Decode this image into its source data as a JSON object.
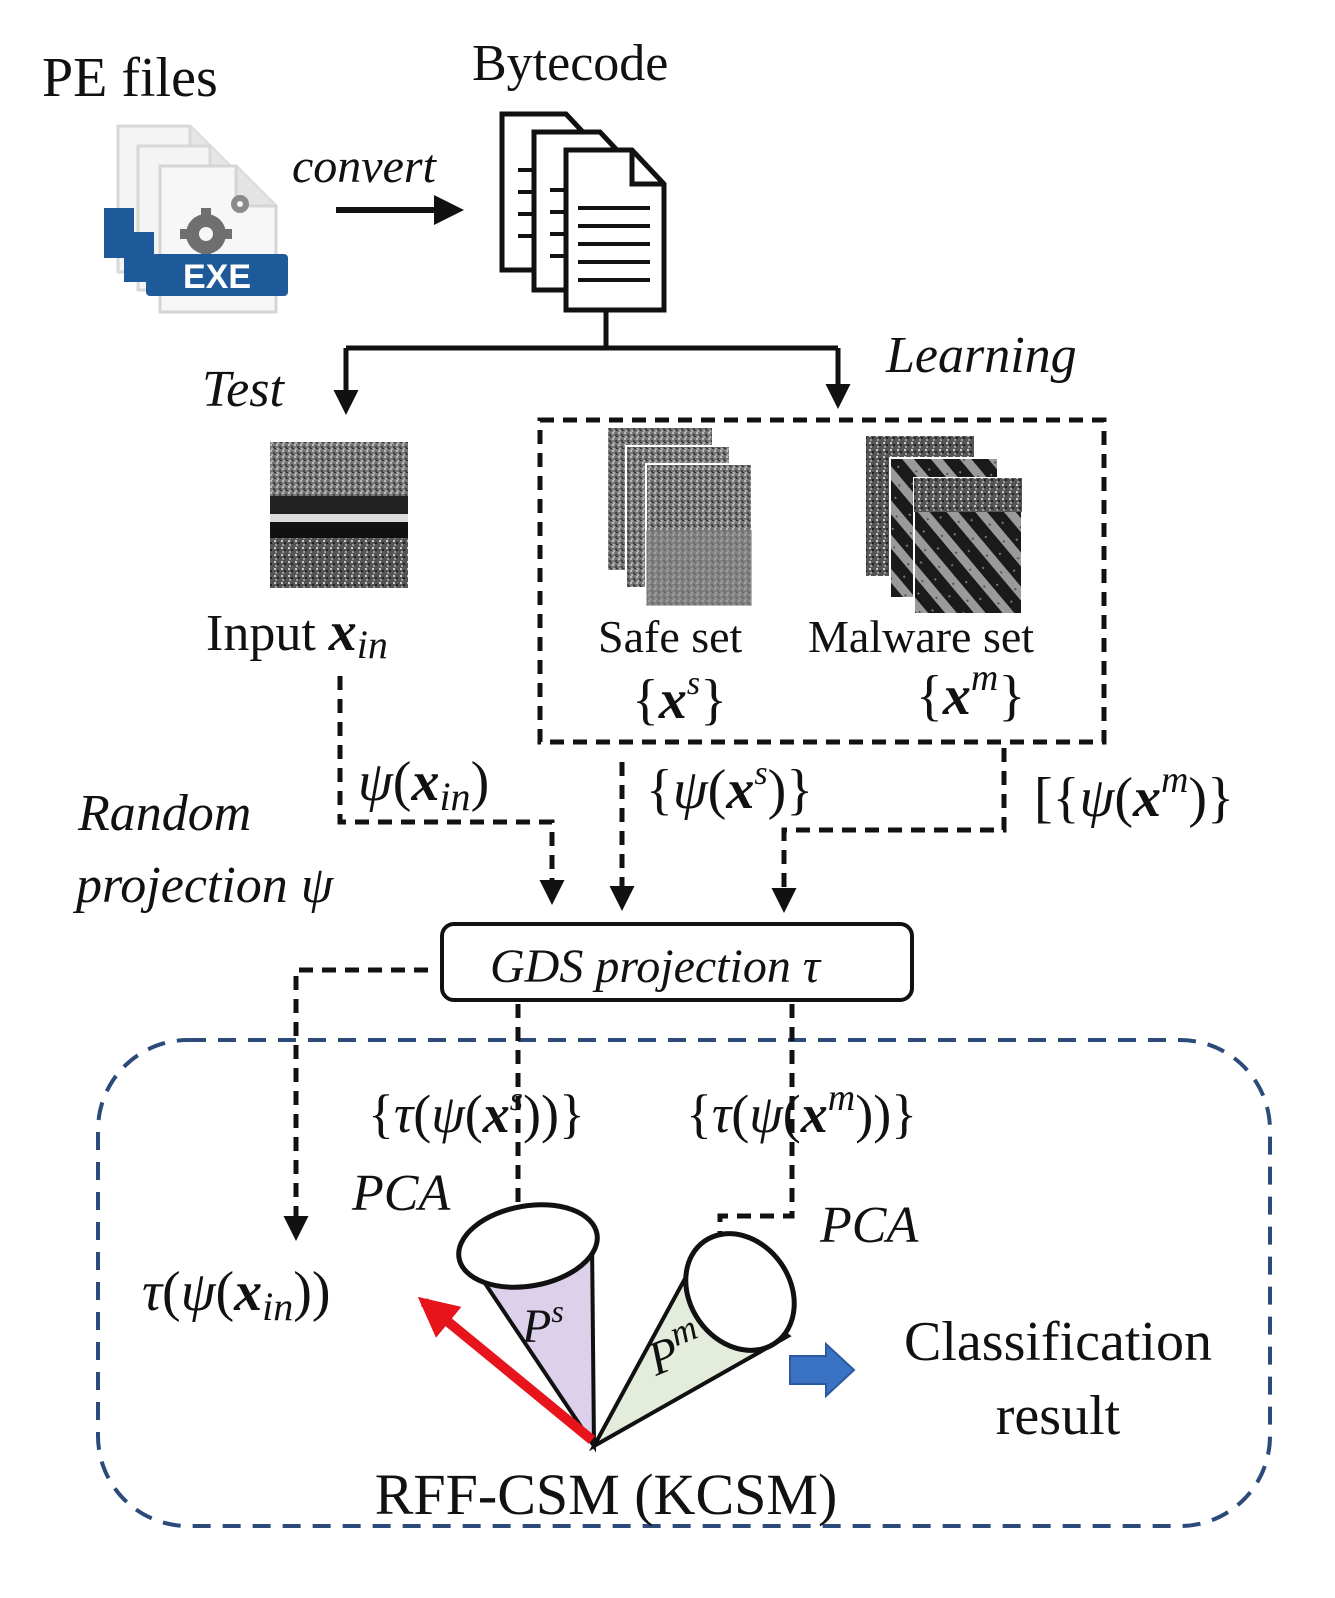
{
  "labels": {
    "pe_files": "PE files",
    "exe_badge": "EXE",
    "bytecode": "Bytecode",
    "convert": "convert",
    "test": "Test",
    "learning": "Learning",
    "input": "Input",
    "safe_set": "Safe set",
    "malware_set": "Malware set",
    "random_projection_line1": "Random",
    "random_projection_line2": "projection",
    "gds_projection": "GDS projection",
    "pca_left": "PCA",
    "pca_right": "PCA",
    "classification_line1": "Classification",
    "classification_line2": "result",
    "model_name": "RFF-CSM (KCSM)"
  },
  "math": {
    "psi": "ψ",
    "tau": "τ",
    "x": "x",
    "in": "in",
    "s": "s",
    "m": "m",
    "P": "P"
  },
  "colors": {
    "exe_blue": "#1e5a9a",
    "subspace_safe": "#dcd0ea",
    "subspace_malware": "#e4eddc",
    "red_arrow": "#e8141b",
    "blue_arrow": "#3b73c4",
    "region_border": "#2c4a7a"
  }
}
